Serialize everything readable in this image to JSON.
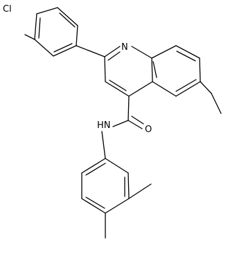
{
  "atom_labels": {
    "chlorine": "Cl",
    "ring_nitrogen": "N",
    "amide_nitrogen": "HN",
    "carbonyl_oxygen": "O"
  },
  "colors": {
    "background": "#ffffff",
    "bond": "#000000",
    "label": "#000000"
  }
}
